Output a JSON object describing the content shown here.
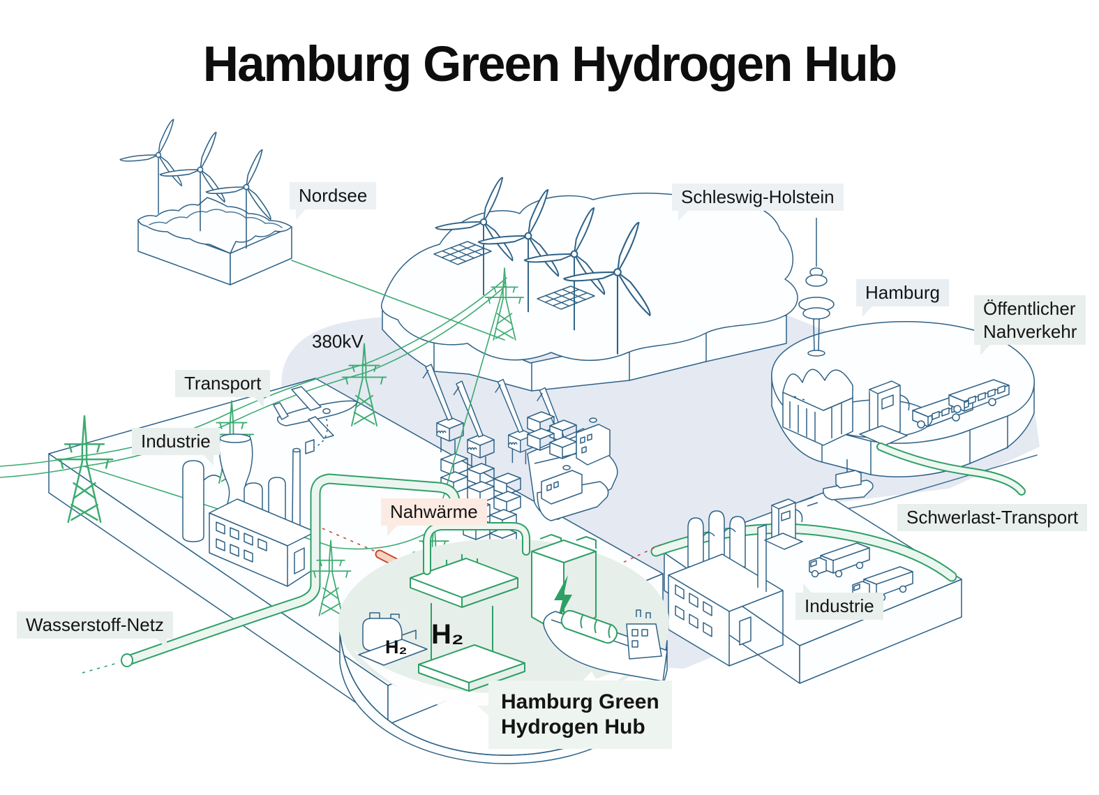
{
  "title": "Hamburg Green Hydrogen Hub",
  "labels": {
    "nordsee": "Nordsee",
    "schleswig_holstein": "Schleswig-Holstein",
    "hamburg": "Hamburg",
    "oeffentlicher_nahverkehr": [
      "Öffentlicher",
      "Nahverkehr"
    ],
    "voltage": "380kV",
    "transport": "Transport",
    "industrie_left": "Industrie",
    "nahwaerme": "Nahwärme",
    "schwerlast_transport": "Schwerlast-Transport",
    "industrie_right": "Industrie",
    "wasserstoff_netz": "Wasserstoff-Netz",
    "hub_callout": [
      "Hamburg Green",
      "Hydrogen Hub"
    ]
  },
  "hub": {
    "electrolyzer_label": "H₂",
    "compressor_label": "H₂"
  },
  "icons": {
    "converter": "lightning-bolt-icon",
    "electrolyzer": "h2-unit-icon",
    "wind": "wind-turbine-icon",
    "solar": "solar-panel-icon"
  },
  "colors": {
    "line_blue": "#2d6186",
    "line_green": "#3cab70",
    "pipe_green": "#2ea065",
    "pipe_fill": "#ecf6f0",
    "heat_red": "#c8472e",
    "heat_fill": "#f6d3c3",
    "water": "#e4e9f2",
    "hub_platform": "#e7efea",
    "bubble_gray": "#edf1f3",
    "bubble_green": "#e9efec",
    "bubble_pink": "#fcebe2",
    "text": "#141414"
  }
}
